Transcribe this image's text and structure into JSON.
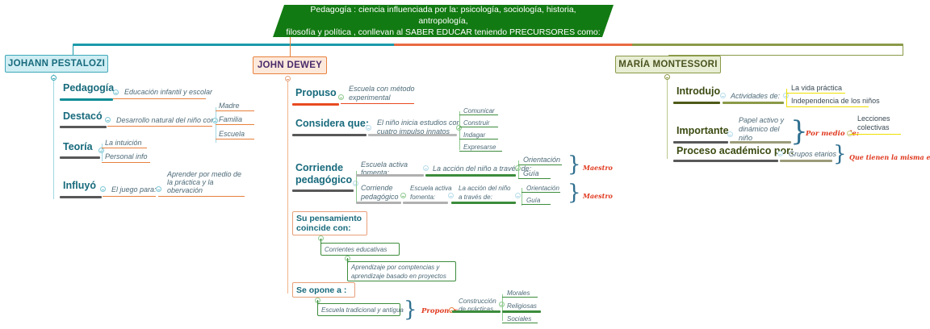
{
  "banner": {
    "line1": "Pedagogía : ciencia influenciada por la: psicología, sociología, historia, antropología,",
    "line2": "filosofía y política , conllevan al SABER EDUCAR teniendo PRECURSORES como:"
  },
  "colors": {
    "banner_bg": "#127a12",
    "teal": "#1b9aaa",
    "teal_dark": "#176a7c",
    "orange": "#e8823c",
    "orange_line": "#e86a33",
    "olive": "#8a9a48",
    "gray": "#555555",
    "green": "#3c8c3c",
    "yellow": "#f2e400",
    "red": "#e03a20",
    "purple": "#4a2a6a"
  },
  "roots": {
    "pestalozi": "JOHANN PESTALOZI",
    "dewey": "JOHN DEWEY",
    "montessori": "MARÍA MONTESSORI"
  },
  "pestalozi": {
    "n1": {
      "title": "Pedagogía",
      "child": "Educación infantil y escolar"
    },
    "n2": {
      "title": "Destacó",
      "child": "Desarrollo natural del niño con:",
      "grandchildren": [
        "Madre",
        "Familia",
        "Escuela"
      ]
    },
    "n3": {
      "title": "Teoría",
      "children": [
        "La intuición",
        "Personal info"
      ]
    },
    "n4": {
      "title": "Influyó",
      "child": "El juego para:",
      "grandchild_l1": "Aprender por medio de",
      "grandchild_l2": "la práctica y la",
      "grandchild_l3": "obervación"
    }
  },
  "dewey": {
    "n1": {
      "title": "Propuso",
      "child_l1": "Escuela con método",
      "child_l2": "experimental"
    },
    "n2": {
      "title": "Considera que:",
      "child_l1": "El niño inicia estudios con",
      "child_l2": "cuatro impulso innatos",
      "grandchildren": [
        "Comunicar",
        "Construir",
        "Indagar",
        "Expresarse"
      ]
    },
    "n3": {
      "title_l1": "Corriende",
      "title_l2": "pedagógico",
      "rowA": {
        "c1_l1": "Escuela activa",
        "c1_l2": "fomenta:",
        "c2": "La acción del niño a través de:",
        "c3": [
          "Orientación",
          "Guía"
        ],
        "tag": "Maestro"
      },
      "rowB": {
        "c0_l1": "Corriende",
        "c0_l2": "pedagógico",
        "c1_l1": "Escuela activa",
        "c1_l2": "fomenta:",
        "c2_l1": "La acción del niño",
        "c2_l2": "a través de:",
        "c3": [
          "Orientación",
          "Guía"
        ],
        "tag": "Maestro"
      }
    },
    "n4": {
      "title_l1": "Su pensamiento",
      "title_l2": "coincide con:",
      "child1": "Corrientes educativas",
      "child2_l1": "Aprendizaje por comptencias y",
      "child2_l2": "aprendizaje basado en proyectos"
    },
    "n5": {
      "title": "Se opone a :",
      "child": "Escuela tradicional y antigua",
      "tag": "Proponer",
      "sub_l1": "Construcción",
      "sub_l2": "de prácticas",
      "leaves": [
        "Morales",
        "Religiosas",
        "Sociales"
      ]
    }
  },
  "montessori": {
    "n1": {
      "title": "Introdujo",
      "child": "Actividades de:",
      "grandchildren": [
        "La vida práctica",
        "Independencia de los niños"
      ]
    },
    "n2": {
      "title": "Importante",
      "child_l1": "Papel activo y",
      "child_l2": "dinámico del",
      "child_l3": "niño",
      "tag": "Por medio de:",
      "leaf_l1": "Lecciones",
      "leaf_l2": "colectivas"
    },
    "n3": {
      "title": "Proceso académico por:",
      "child": "Grupos etarios",
      "tag": "Que tienen la misma edad"
    }
  }
}
